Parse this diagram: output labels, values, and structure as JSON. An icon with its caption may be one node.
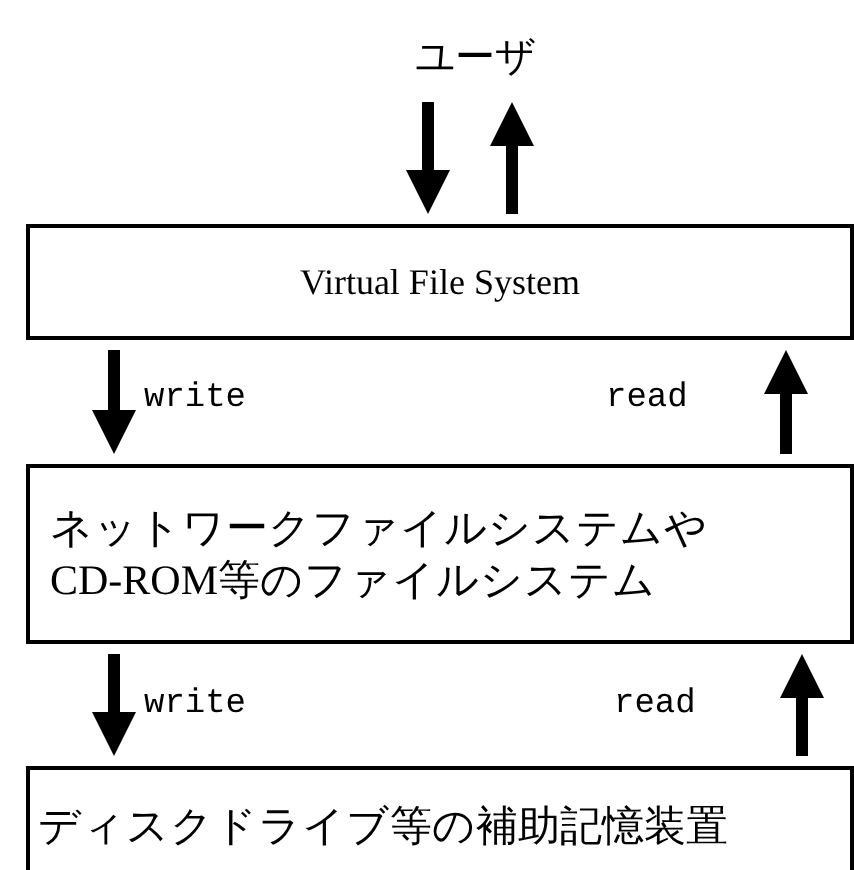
{
  "diagram": {
    "nodes": [
      {
        "text": [
          "ユーザ"
        ]
      },
      {
        "text": [
          "Virtual File System"
        ]
      },
      {
        "text": [
          "ネットワークファイルシステムやCD-ROM等のファイルシステム"
        ]
      },
      {
        "text": [
          "ディスクドライブ等の補助記憶装置"
        ]
      }
    ],
    "edges": [
      {
        "from": 0,
        "to": 1,
        "arrow": "to"
      },
      {
        "from": 1,
        "to": 0,
        "arrow": "to"
      },
      {
        "from": 1,
        "to": 2,
        "arrow": "to",
        "label": "write"
      },
      {
        "from": 2,
        "to": 1,
        "arrow": "to",
        "label": "read"
      },
      {
        "from": 2,
        "to": 3,
        "arrow": "to",
        "label": "write"
      },
      {
        "from": 3,
        "to": 2,
        "arrow": "to",
        "label": "read"
      }
    ]
  }
}
